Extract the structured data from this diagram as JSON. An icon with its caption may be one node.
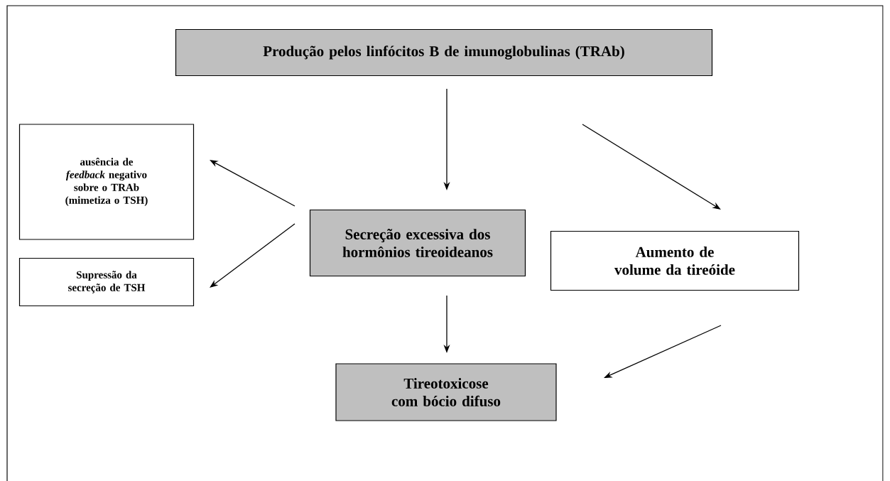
{
  "diagram": {
    "nodes": [
      {
        "text": [
          "Produção pelos linfócitos B de imunoglobulinas (TRAb)"
        ]
      },
      {
        "text": [
          "ausência de *feedback* negativo sobre o TRAb (mimetiza o TSH)"
        ]
      },
      {
        "text": [
          "Secreção excessiva dos hormônios tireoideanos"
        ]
      },
      {
        "text": [
          "Supressão da secreção de TSH"
        ]
      },
      {
        "text": [
          "Aumento de volume da tireóide"
        ]
      },
      {
        "text": [
          "Tireotoxicose com bócio difuso"
        ]
      }
    ],
    "edges": [
      {
        "from": 0,
        "to": 2,
        "arrow": "to"
      },
      {
        "from": 0,
        "to": 4,
        "arrow": "to"
      },
      {
        "from": 2,
        "to": 1,
        "arrow": "to"
      },
      {
        "from": 2,
        "to": 3,
        "arrow": "to"
      },
      {
        "from": 2,
        "to": 5,
        "arrow": "to"
      },
      {
        "from": 4,
        "to": 5,
        "arrow": "to"
      }
    ]
  }
}
